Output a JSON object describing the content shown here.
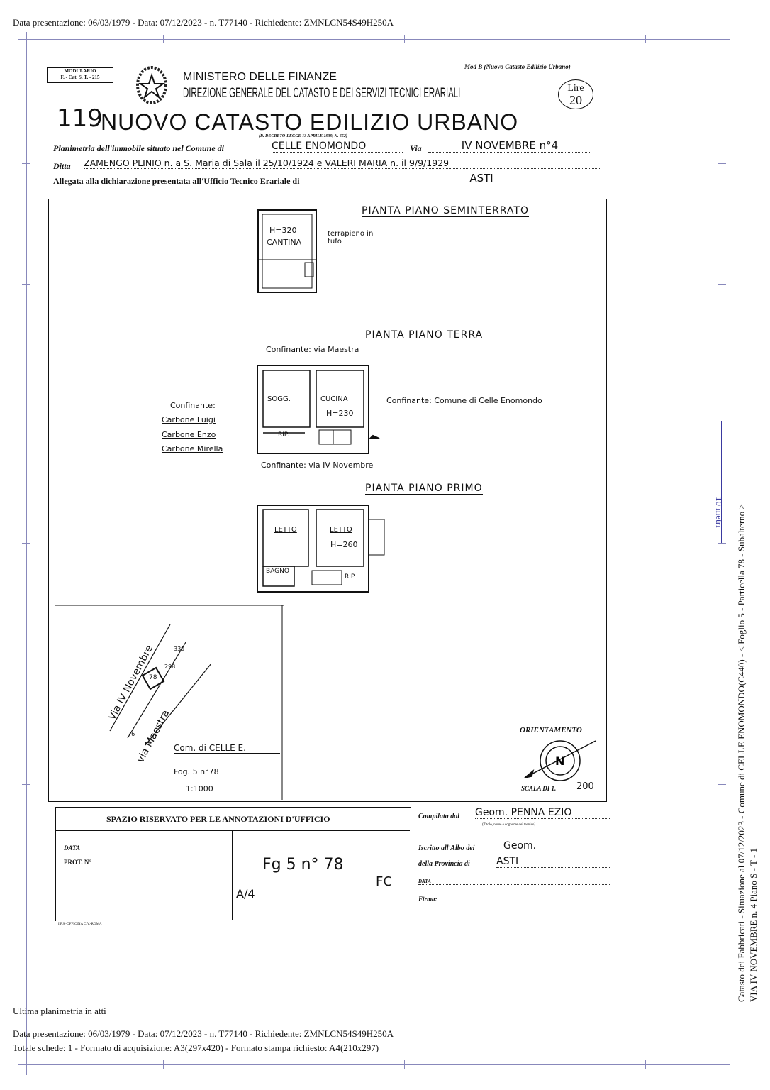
{
  "header_meta": "Data presentazione: 06/03/1979 - Data: 07/12/2023 - n. T77140 - Richiedente: ZMNLCN54S49H250A",
  "form": {
    "modulario": "MODULARIO",
    "modulario_code": "F. - Cat. S. T. - 215",
    "mod": "Mod B (Nuovo Catasto Edilizio Urbano)",
    "ministry": "MINISTERO DELLE FINANZE",
    "direction": "DIREZIONE GENERALE DEL CATASTO E DEI SERVIZI TECNICI ERARIALI",
    "stamp_lire": "Lire",
    "stamp_value": "20",
    "number": "119",
    "title": "NUOVO CATASTO EDILIZIO URBANO",
    "decree": "(R. DECRETO-LEGGE 13 APRILE 1939, N. 652)",
    "line1_label": "Planimetria dell'immobile situato nel Comune di",
    "comune": "CELLE ENOMONDO",
    "via_label": "Via",
    "via": "IV NOVEMBRE n°4",
    "ditta_label": "Ditta",
    "ditta": "ZAMENGO PLINIO n. a S. Maria di Sala il 25/10/1924 e VALERI MARIA n. il 9/9/1929",
    "allegata_label": "Allegata alla dichiarazione presentata all'Ufficio Tecnico Erariale di",
    "ufficio": "ASTI"
  },
  "plans": {
    "seminterrato": {
      "title": "PIANTA PIANO SEMINTERRATO",
      "height": "H=320",
      "room": "CANTINA",
      "note": "terrapieno in tufo"
    },
    "terra": {
      "title": "PIANTA PIANO TERRA",
      "north": "Confinante: via Maestra",
      "east": "Confinante: Comune di Celle Enomondo",
      "south": "Confinante: via IV Novembre",
      "west_label": "Confinante:",
      "west": [
        "Carbone Luigi",
        "Carbone Enzo",
        "Carbone Mirella"
      ],
      "rooms": [
        "SOGG.",
        "CUCINA",
        "RIP."
      ],
      "height": "H=230"
    },
    "primo": {
      "title": "PIANTA PIANO PRIMO",
      "rooms": [
        "LETTO",
        "LETTO",
        "BAGNO",
        "RIP."
      ],
      "height": "H=260"
    }
  },
  "map": {
    "streets": [
      "Via IV Novembre",
      "via Maestra"
    ],
    "parcel": "78",
    "numbers": [
      "339",
      "298",
      "76"
    ],
    "comune": "Com. di CELLE E.",
    "foglio": "Fog. 5  n°78",
    "scala": "1:1000"
  },
  "orientation": {
    "label": "ORIENTAMENTO",
    "north": "N",
    "scala_label": "SCALA DI 1.",
    "scala": "200"
  },
  "office": {
    "title": "SPAZIO RISERVATO PER LE ANNOTAZIONI D'UFFICIO",
    "data": "DATA",
    "prot": "PROT. N°",
    "handwritten": "Fg 5 n° 78",
    "category": "A/4",
    "mark": "FC",
    "printer": "I.P.S.-OFFICINA C.V.-ROMA"
  },
  "compiler": {
    "compilata_label": "Compilata dal",
    "name": "Geom. PENNA EZIO",
    "sub": "(Titolo, nome e cognome del tecnico)",
    "albo_label": "Iscritto all'Albo dei",
    "albo": "Geom.",
    "provincia_label": "della Provincia di",
    "provincia": "ASTI",
    "data_label": "DATA",
    "firma_label": "Firma:"
  },
  "side": {
    "scale_bar": "10 metri",
    "line1": "Catasto dei Fabbricati - Situazione al 07/12/2023 - Comune di CELLE ENOMONDO(C440) - < Foglio 5 - Particella 78 - Subalterno >",
    "line2": "VIA IV NOVEMBRE n. 4 Piano S - T - 1"
  },
  "footer": {
    "last": "Ultima planimetria in atti",
    "meta": "Data presentazione: 06/03/1979 - Data: 07/12/2023 - n. T77140 - Richiedente: ZMNLCN54S49H250A",
    "totals": "Totale schede: 1 - Formato di acquisizione: A3(297x420)  - Formato stampa richiesto: A4(210x297)"
  },
  "colors": {
    "frame": "#8888bb",
    "scale_bar": "#3a3aa0",
    "ink": "#111111"
  }
}
